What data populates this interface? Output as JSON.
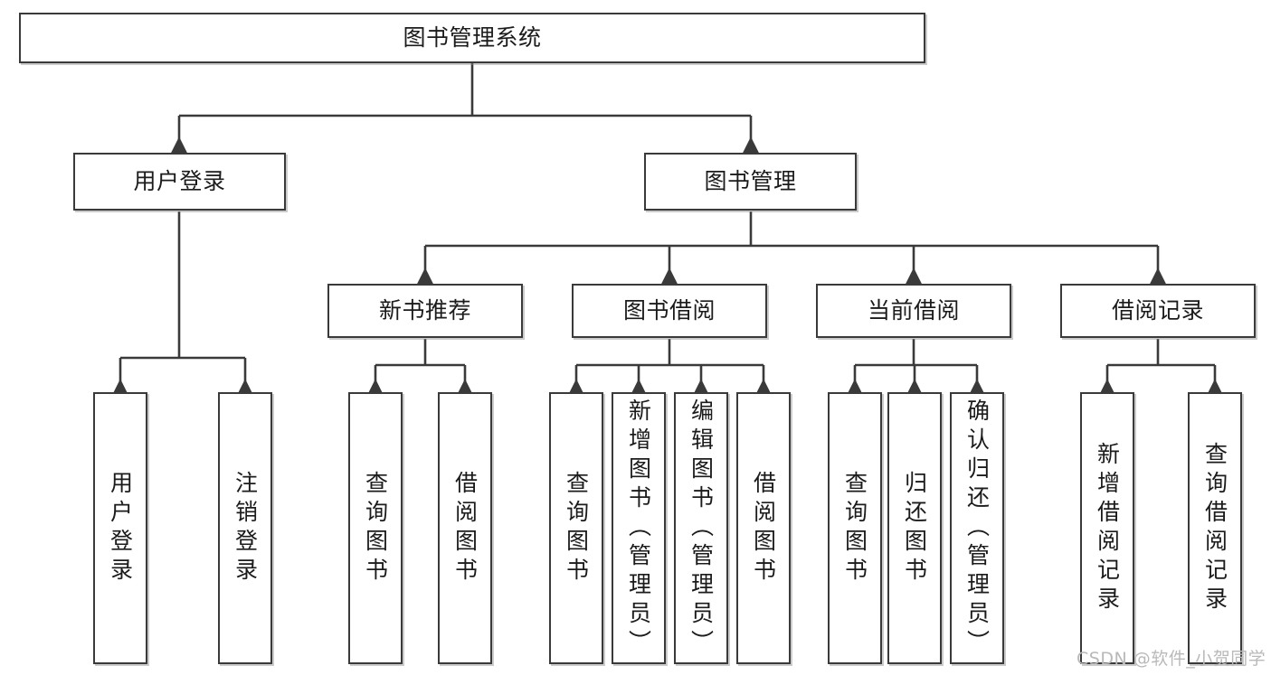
{
  "diagram": {
    "title": "图书管理系统",
    "type": "tree-hierarchy",
    "root": {
      "label": "图书管理系统"
    },
    "level2": [
      {
        "label": "用户登录"
      },
      {
        "label": "图书管理"
      }
    ],
    "level3": [
      {
        "label": "新书推荐"
      },
      {
        "label": "图书借阅"
      },
      {
        "label": "当前借阅"
      },
      {
        "label": "借阅记录"
      }
    ],
    "leaves": {
      "user_login": [
        {
          "label": "用户登录"
        },
        {
          "label": "注销登录"
        }
      ],
      "new_book_recommend": [
        {
          "label": "查询图书"
        },
        {
          "label": "借阅图书"
        }
      ],
      "book_borrow": [
        {
          "label": "查询图书"
        },
        {
          "label": "新增图书（管理员）"
        },
        {
          "label": "编辑图书（管理员）"
        },
        {
          "label": "借阅图书"
        }
      ],
      "current_borrow": [
        {
          "label": "查询图书"
        },
        {
          "label": "归还图书"
        },
        {
          "label": "确认归还（管理员）"
        }
      ],
      "borrow_record": [
        {
          "label": "新增借阅记录"
        },
        {
          "label": "查询借阅记录"
        }
      ]
    }
  },
  "watermark": {
    "text": "CSDN @软件_小贺同学"
  },
  "colors": {
    "box_border": "#3a3a3a",
    "box_fill": "#ffffff",
    "text": "#1b1b1b",
    "edge": "#3a3a3a",
    "watermark": "#b9b9b9",
    "background": "#ffffff"
  }
}
